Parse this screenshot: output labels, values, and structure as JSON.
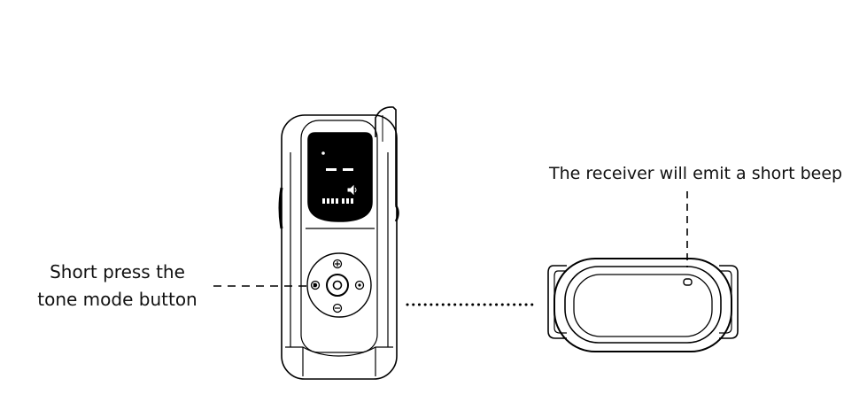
{
  "annotations": {
    "left_line_1": "Short press the",
    "left_line_2": "tone mode button",
    "right": "The receiver will emit a short beep"
  },
  "icons": {
    "transmitter": "remote-transmitter-icon",
    "receiver": "collar-receiver-icon",
    "link": "dotted-signal-line",
    "tone_button": "tone-mode-button-icon"
  },
  "colors": {
    "line": "#000000",
    "text": "#111111",
    "screen": "#000000",
    "screen_text": "#ffffff"
  }
}
